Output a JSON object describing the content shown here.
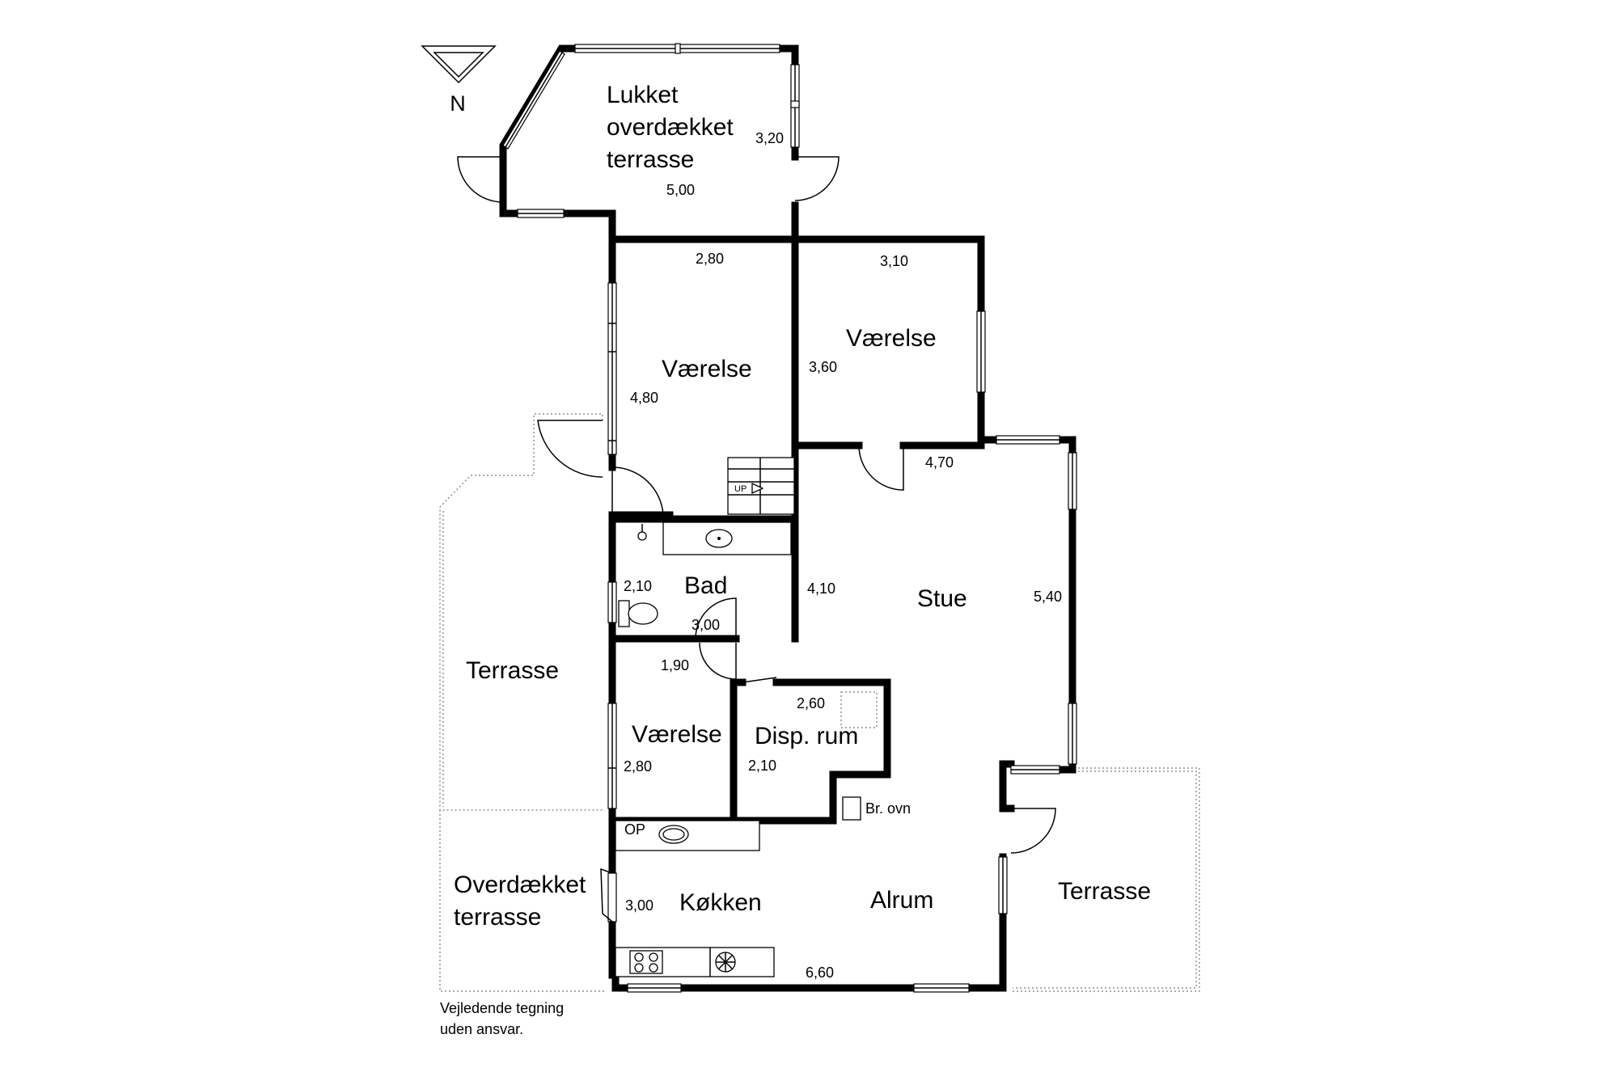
{
  "north_label": "N",
  "rooms": {
    "lukket_line1": "Lukket",
    "lukket_line2": "overdækket",
    "lukket_line3": "terrasse",
    "vaerelse1": "Værelse",
    "vaerelse2": "Værelse",
    "vaerelse3": "Værelse",
    "bad": "Bad",
    "stue": "Stue",
    "terrasse_west": "Terrasse",
    "disp": "Disp. rum",
    "overdaekket_line1": "Overdækket",
    "overdaekket_line2": "terrasse",
    "koekken": "Køkken",
    "alrum": "Alrum",
    "terrasse_east": "Terrasse"
  },
  "dimensions": {
    "lukket_depth": "3,20",
    "lukket_width": "5,00",
    "vaerelse1_width": "2,80",
    "vaerelse1_depth": "4,80",
    "vaerelse2_width": "3,10",
    "vaerelse2_depth": "3,60",
    "stue_width": "4,70",
    "stue_depth_left": "4,10",
    "stue_depth_right": "5,40",
    "bad_depth": "2,10",
    "bad_width": "3,00",
    "vaerelse3_width": "1,90",
    "vaerelse3_depth": "2,80",
    "disp_width": "2,60",
    "disp_depth": "2,10",
    "koekken_depth": "3,00",
    "alrum_width": "6,60"
  },
  "fixtures": {
    "stair_label": "UP",
    "oven_label": "Br. ovn",
    "op_label": "OP"
  },
  "note": {
    "line1": "Vejledende tegning",
    "line2": "uden ansvar."
  }
}
